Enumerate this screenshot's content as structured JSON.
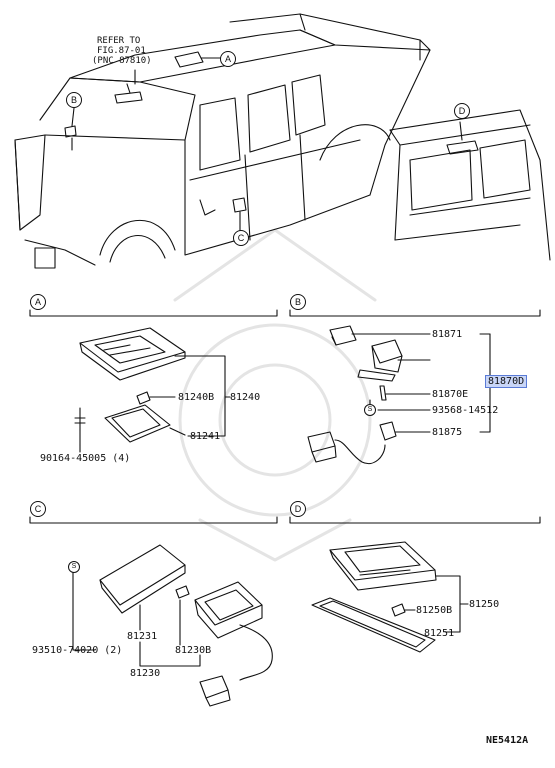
{
  "overview": {
    "refer_line1": "REFER TO",
    "refer_line2": "FIG.87-01",
    "refer_line3": "(PNC 87810)",
    "callouts": [
      "A",
      "B",
      "C",
      "D"
    ]
  },
  "sections": {
    "A": {
      "letter": "A",
      "parts": [
        "81240B",
        "81240",
        "81241",
        "90164-45005 (4)"
      ]
    },
    "B": {
      "letter": "B",
      "parts": [
        "81871",
        "81870D",
        "81870E",
        "93568-14512",
        "81875"
      ]
    },
    "C": {
      "letter": "C",
      "parts": [
        "81231",
        "93510-74020 (2)",
        "81230B",
        "81230"
      ]
    },
    "D": {
      "letter": "D",
      "parts": [
        "81250",
        "81250B",
        "81251"
      ]
    }
  },
  "highlight_color": "#c9d6f7",
  "figure_code": "NE5412A"
}
